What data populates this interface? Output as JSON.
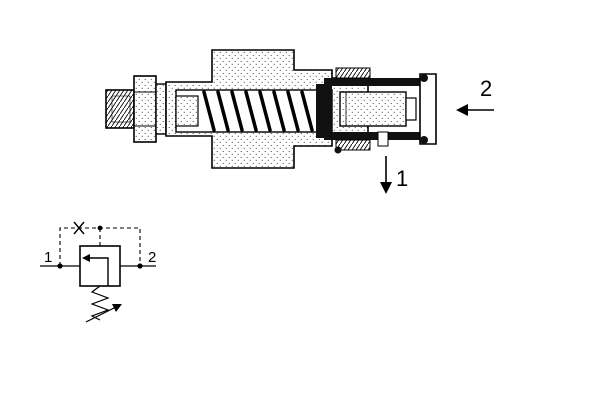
{
  "diagram": {
    "cross_section": {
      "port_labels": {
        "inlet": "2",
        "outlet": "1"
      }
    },
    "schematic_symbol": {
      "port_labels": {
        "left": "1",
        "right": "2"
      }
    }
  }
}
